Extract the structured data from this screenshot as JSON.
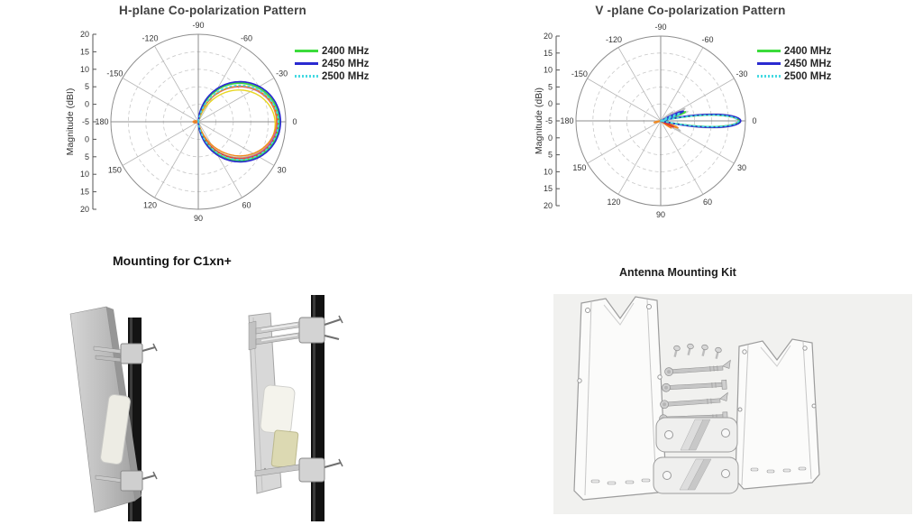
{
  "sections": {
    "mounting_title": "Mounting for C1xn+",
    "kit_title": "Antenna Mounting Kit"
  },
  "chart_data": [
    {
      "id": "h-plane",
      "type": "polar",
      "title": "H-plane Co-polarization Pattern",
      "ylabel": "Magnitude (dBI)",
      "radial_axis": {
        "unit": "dBi",
        "center_value": -5,
        "outer_value": 20,
        "step_db_per_ring": 5,
        "tick_labels": [
          "20",
          "15",
          "10",
          "5",
          "0",
          "-5",
          "0",
          "5",
          "10",
          "15",
          "20"
        ]
      },
      "rings_fraction": [
        0.2,
        0.4,
        0.6,
        0.8,
        1.0
      ],
      "angle_labels": [
        {
          "label": "-90",
          "deg": -90
        },
        {
          "label": "-60",
          "deg": -60
        },
        {
          "label": "-30",
          "deg": -30
        },
        {
          "label": "0",
          "deg": 0
        },
        {
          "label": "30",
          "deg": 30
        },
        {
          "label": "60",
          "deg": 60
        },
        {
          "label": "90",
          "deg": 90
        },
        {
          "label": "120",
          "deg": 120
        },
        {
          "label": "150",
          "deg": 150
        },
        {
          "label": "180",
          "deg": 180
        },
        {
          "label": "-150",
          "deg": -150
        },
        {
          "label": "-120",
          "deg": -120
        }
      ],
      "legend": [
        {
          "label": "2400 MHz",
          "color": "#3bdb3b",
          "dash": false
        },
        {
          "label": "2450 MHz",
          "color": "#2b2bd0",
          "dash": false
        },
        {
          "label": "2500 MHz",
          "color": "#45d9e2",
          "dash": true
        }
      ],
      "beamwidth_3db_deg_approx": 65,
      "peak_angle_deg": 0,
      "series": [
        {
          "name": "2400 MHz",
          "color": "#3bdb3b",
          "dash": false,
          "peak_dbi": 18.1,
          "lobes": [
            {
              "a": 0,
              "len": 0.924,
              "hw": 85
            }
          ]
        },
        {
          "name": "2450 MHz",
          "color": "#2b2bd0",
          "dash": false,
          "peak_dbi": 18.5,
          "lobes": [
            {
              "a": 0,
              "len": 0.94,
              "hw": 87
            }
          ]
        },
        {
          "name": "2500 MHz",
          "color": "#45d9e2",
          "dash": true,
          "peak_dbi": 17.9,
          "lobes": [
            {
              "a": 1,
              "len": 0.915,
              "hw": 82
            }
          ]
        }
      ],
      "unlabeled_traces": [
        {
          "name": "gray",
          "color": "#bdbdbd",
          "lobes": [
            {
              "a": -2,
              "len": 0.9,
              "hw": 83
            }
          ]
        },
        {
          "name": "yellow",
          "color": "#e8d622",
          "lobes": [
            {
              "a": 3,
              "len": 0.88,
              "hw": 77
            }
          ]
        },
        {
          "name": "magenta",
          "color": "#c44fc4",
          "lobes": [
            {
              "a": 1,
              "len": 0.898,
              "hw": 80
            }
          ]
        },
        {
          "name": "red",
          "color": "#e23b2e",
          "lobes": [
            {
              "a": 1,
              "len": 0.91,
              "hw": 80
            },
            {
              "a": 180,
              "len": 0.05,
              "hw": 35
            }
          ]
        },
        {
          "name": "orange",
          "color": "#f08a22",
          "lobes": [
            {
              "a": -1,
              "len": 0.893,
              "hw": 78
            },
            {
              "a": 180,
              "len": 0.06,
              "hw": 30
            }
          ]
        }
      ]
    },
    {
      "id": "v-plane",
      "type": "polar",
      "title": "V -plane Co-polarization Pattern",
      "ylabel": "Magnitude (dBi)",
      "radial_axis": {
        "unit": "dBi",
        "center_value": -5,
        "outer_value": 20,
        "step_db_per_ring": 5,
        "tick_labels": [
          "20",
          "15",
          "10",
          "5",
          "0",
          "-5",
          "0",
          "5",
          "10",
          "15",
          "20"
        ]
      },
      "rings_fraction": [
        0.2,
        0.4,
        0.6,
        0.8,
        1.0
      ],
      "angle_labels": [
        {
          "label": "-90",
          "deg": -90
        },
        {
          "label": "-60",
          "deg": -60
        },
        {
          "label": "-30",
          "deg": -30
        },
        {
          "label": "0",
          "deg": 0
        },
        {
          "label": "30",
          "deg": 30
        },
        {
          "label": "60",
          "deg": 60
        },
        {
          "label": "90",
          "deg": 90
        },
        {
          "label": "120",
          "deg": 120
        },
        {
          "label": "150",
          "deg": 150
        },
        {
          "label": "180",
          "deg": 180
        },
        {
          "label": "-150",
          "deg": -150
        },
        {
          "label": "-120",
          "deg": -120
        }
      ],
      "legend": [
        {
          "label": "2400 MHz",
          "color": "#3bdb3b",
          "dash": false
        },
        {
          "label": "2450 MHz",
          "color": "#2b2bd0",
          "dash": false
        },
        {
          "label": "2500 MHz",
          "color": "#45d9e2",
          "dash": true
        }
      ],
      "beamwidth_3db_deg_approx": 10,
      "peak_angle_deg": 0,
      "series": [
        {
          "name": "2400 MHz",
          "color": "#3bdb3b",
          "dash": false,
          "peak_dbi": 18.3,
          "lobes": [
            {
              "a": 0,
              "len": 0.93,
              "hw": 12
            },
            {
              "a": -20,
              "len": 0.31,
              "hw": 5
            }
          ]
        },
        {
          "name": "2450 MHz",
          "color": "#2b2bd0",
          "dash": false,
          "peak_dbi": 18.6,
          "lobes": [
            {
              "a": 0,
              "len": 0.945,
              "hw": 13
            },
            {
              "a": -23,
              "len": 0.29,
              "hw": 5
            }
          ]
        },
        {
          "name": "2500 MHz",
          "color": "#45d9e2",
          "dash": true,
          "peak_dbi": 18.0,
          "lobes": [
            {
              "a": 0,
              "len": 0.918,
              "hw": 12
            },
            {
              "a": -21,
              "len": 0.25,
              "hw": 5
            }
          ]
        }
      ],
      "unlabeled_traces": [
        {
          "name": "gray",
          "color": "#bdbdbd",
          "lobes": [
            {
              "a": 0,
              "len": 0.945,
              "hw": 14
            },
            {
              "a": -27,
              "len": 0.32,
              "hw": 6
            },
            {
              "a": 27,
              "len": 0.26,
              "hw": 6
            },
            {
              "a": -36,
              "len": 0.18,
              "hw": 5
            },
            {
              "a": 172,
              "len": 0.07,
              "hw": 14
            }
          ]
        },
        {
          "name": "gray2",
          "color": "#d2d2d2",
          "lobes": [
            {
              "a": 0,
              "len": 0.905,
              "hw": 12
            },
            {
              "a": -19,
              "len": 0.34,
              "hw": 5
            },
            {
              "a": 21,
              "len": 0.21,
              "hw": 5
            }
          ]
        },
        {
          "name": "purple",
          "color": "#8f4fd2",
          "lobes": [
            {
              "a": 0,
              "len": 0.92,
              "hw": 12
            },
            {
              "a": -25,
              "len": 0.27,
              "hw": 5
            }
          ]
        },
        {
          "name": "orange",
          "color": "#f08a22",
          "lobes": [
            {
              "a": 0,
              "len": 0.93,
              "hw": 13
            },
            {
              "a": 22,
              "len": 0.22,
              "hw": 6
            },
            {
              "a": 34,
              "len": 0.15,
              "hw": 5
            },
            {
              "a": 166,
              "len": 0.08,
              "hw": 12
            }
          ]
        },
        {
          "name": "red",
          "color": "#e23b2e",
          "lobes": [
            {
              "a": 0,
              "len": 0.922,
              "hw": 12
            },
            {
              "a": 25,
              "len": 0.17,
              "hw": 5
            }
          ]
        },
        {
          "name": "yellow",
          "color": "#e8d622",
          "lobes": [
            {
              "a": 0,
              "len": 0.928,
              "hw": 12
            }
          ]
        }
      ]
    }
  ]
}
